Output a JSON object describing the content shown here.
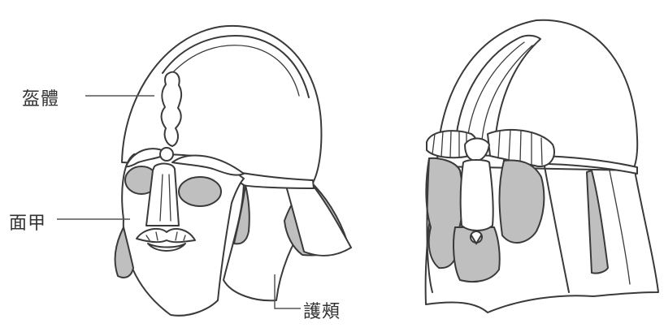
{
  "labels": {
    "helmet_body": "盔體",
    "face_mask": "面甲",
    "cheek_guard": "護頰"
  },
  "colors": {
    "outline": "#3a3a3a",
    "shade": "#bfbfbf",
    "background": "#ffffff"
  }
}
